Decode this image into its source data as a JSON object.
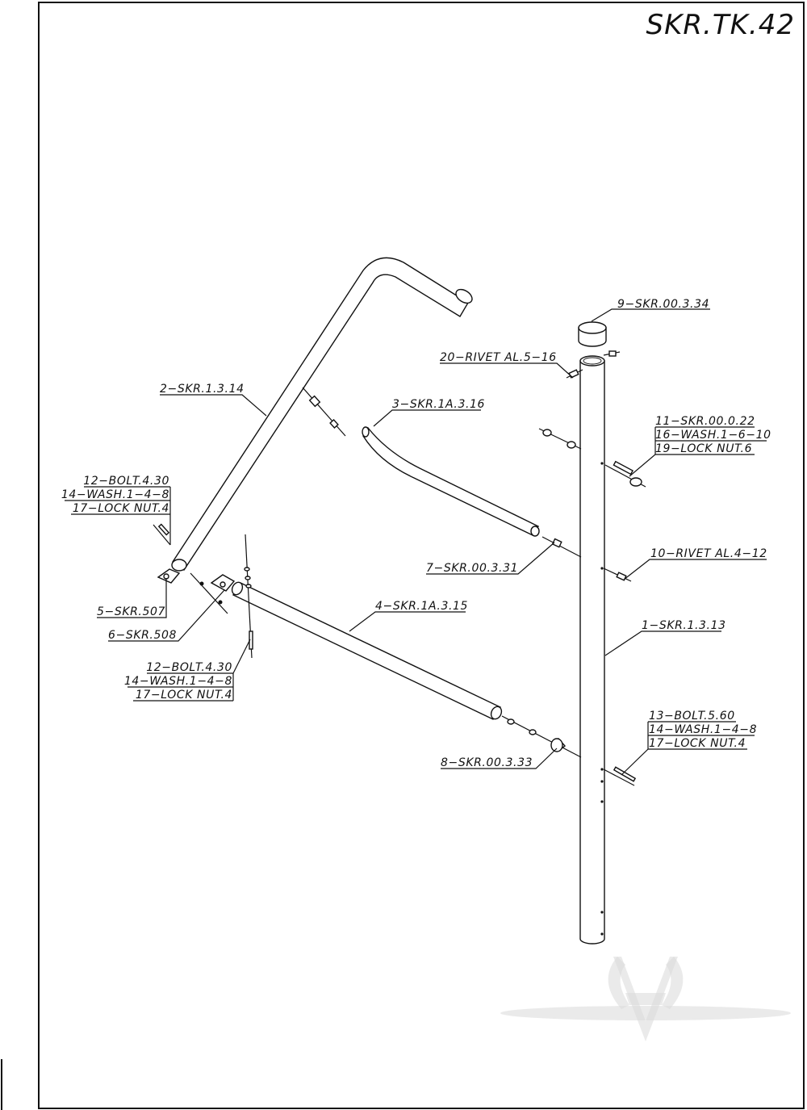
{
  "drawing": {
    "number": "SKR.TK.42"
  },
  "parts": [
    {
      "id": "p1",
      "label": "1−SKR.1.3.13"
    },
    {
      "id": "p2",
      "label": "2−SKR.1.3.14"
    },
    {
      "id": "p3",
      "label": "3−SKR.1A.3.16"
    },
    {
      "id": "p4",
      "label": "4−SKR.1A.3.15"
    },
    {
      "id": "p5",
      "label": "5−SKR.507"
    },
    {
      "id": "p6",
      "label": "6−SKR.508"
    },
    {
      "id": "p7",
      "label": "7−SKR.00.3.31"
    },
    {
      "id": "p8",
      "label": "8−SKR.00.3.33"
    },
    {
      "id": "p9",
      "label": "9−SKR.00.3.34"
    },
    {
      "id": "p10",
      "label": "10−RIVET AL.4−12"
    },
    {
      "id": "p20",
      "label": "20−RIVET AL.5−16"
    }
  ],
  "groups": [
    {
      "id": "g_right_top",
      "lines": [
        "11−SKR.00.0.22",
        "16−WASH.1−6−10",
        "19−LOCK NUT.6"
      ]
    },
    {
      "id": "g_left_top",
      "lines": [
        "12−BOLT.4.30",
        "14−WASH.1−4−8",
        "17−LOCK NUT.4"
      ]
    },
    {
      "id": "g_left_bot",
      "lines": [
        "12−BOLT.4.30",
        "14−WASH.1−4−8",
        "17−LOCK NUT.4"
      ]
    },
    {
      "id": "g_right_bot",
      "lines": [
        "13−BOLT.5.60",
        "14−WASH.1−4−8",
        "17−LOCK NUT.4"
      ]
    }
  ]
}
